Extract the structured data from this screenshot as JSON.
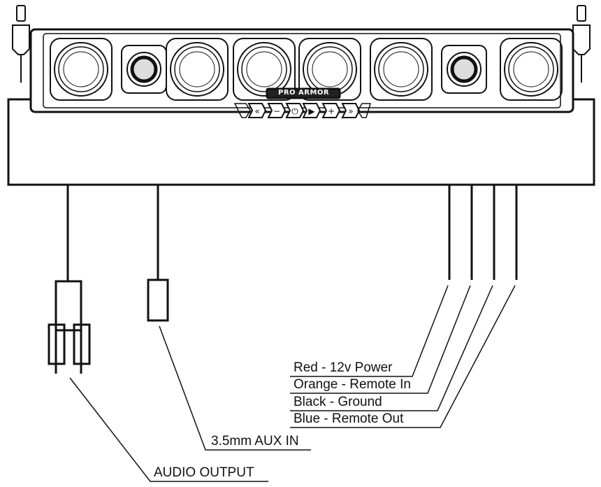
{
  "brand": {
    "text": "PRO ARMOR"
  },
  "speaker_bar": {
    "drivers": [
      "woofer",
      "tweeter",
      "woofer",
      "woofer",
      "woofer",
      "woofer",
      "tweeter",
      "woofer"
    ],
    "controls": [
      "back-icon",
      "minus-icon",
      "power-icon",
      "play-pause-icon",
      "plus-icon",
      "forward-icon"
    ]
  },
  "wires": [
    {
      "label": "Red - 12v Power"
    },
    {
      "label": "Orange - Remote In"
    },
    {
      "label": "Black - Ground"
    },
    {
      "label": "Blue - Remote Out"
    }
  ],
  "connectors": {
    "aux_label": "3.5mm AUX IN",
    "audio_output_label": "AUDIO OUTPUT"
  }
}
